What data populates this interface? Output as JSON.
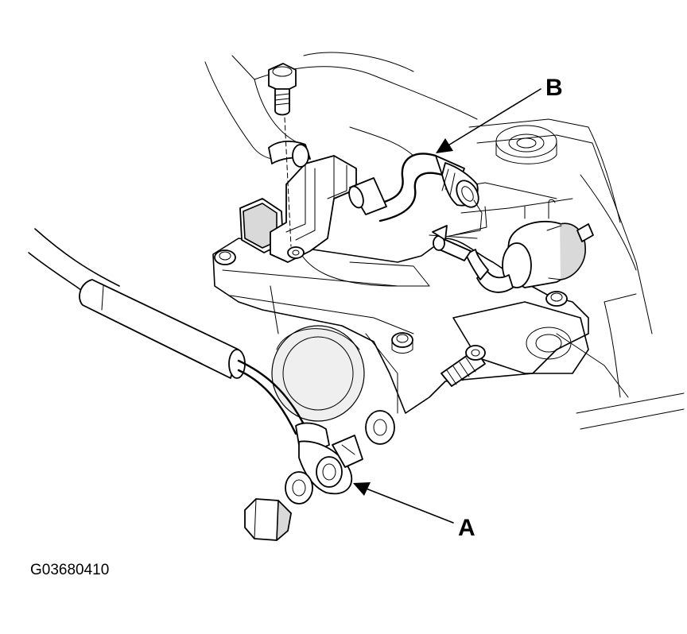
{
  "figure": {
    "callouts": [
      {
        "id": "A",
        "label": "A"
      },
      {
        "id": "B",
        "label": "B"
      }
    ],
    "figure_code": "G03680410"
  }
}
